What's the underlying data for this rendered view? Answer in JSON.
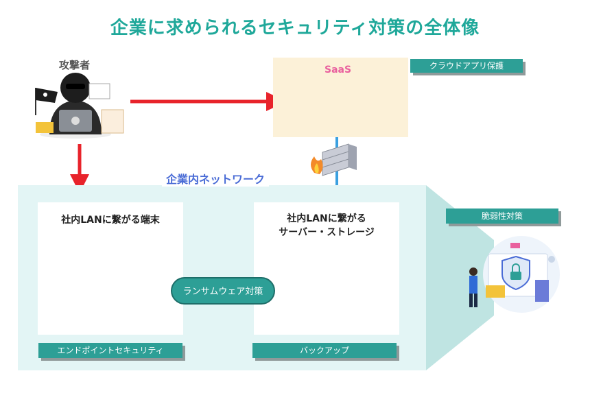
{
  "title": "企業に求められるセキュリティ対策の全体像",
  "attacker": {
    "label": "攻撃者"
  },
  "saas": {
    "label": "SaaS",
    "tag": "クラウドアプリ保護"
  },
  "network": {
    "label": "企業内ネットワーク"
  },
  "endpoint": {
    "title": "社内LANに繋がる端末",
    "tag": "エンドポイントセキュリティ"
  },
  "server": {
    "title": "社内LANに繋がる\nサーバー・ストレージ",
    "tag": "バックアップ"
  },
  "ransomware": {
    "label": "ランサムウェア対策"
  },
  "vulnerability": {
    "tag": "脆弱性対策"
  },
  "colors": {
    "title": "#1fa89a",
    "tag": "#2d9f96",
    "arrow": "#e8232b",
    "network_line": "#3aa0e0",
    "saas_bg": "#fcf1d8",
    "network_bg": "#e3f5f5"
  },
  "icons": [
    "hacker-icon",
    "pirate-flag-icon",
    "cloud-sync-icon",
    "firewall-icon",
    "office-workers-icon",
    "server-rack-icon",
    "security-shield-icon"
  ]
}
